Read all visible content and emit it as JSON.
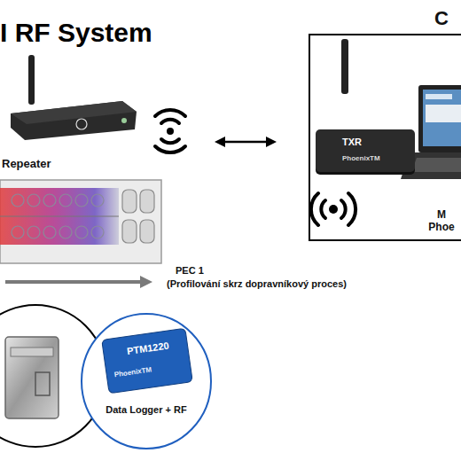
{
  "diagram": {
    "title": "I RF System",
    "nodes": [
      {
        "text": [
          "Repeater"
        ]
      },
      {
        "text": [
          "M Phoe"
        ]
      },
      {
        "text": [
          "TXR",
          "PhoenixTM"
        ],
        "in": 1
      },
      {
        "text": [
          "Data Logger + RF"
        ]
      },
      {
        "text": [
          "PTM1220",
          "PhoenixTM"
        ],
        "in": 3
      }
    ],
    "labels": [
      "C",
      "PEC 1",
      "(Profilování skrz dopravníkový proces)"
    ]
  }
}
